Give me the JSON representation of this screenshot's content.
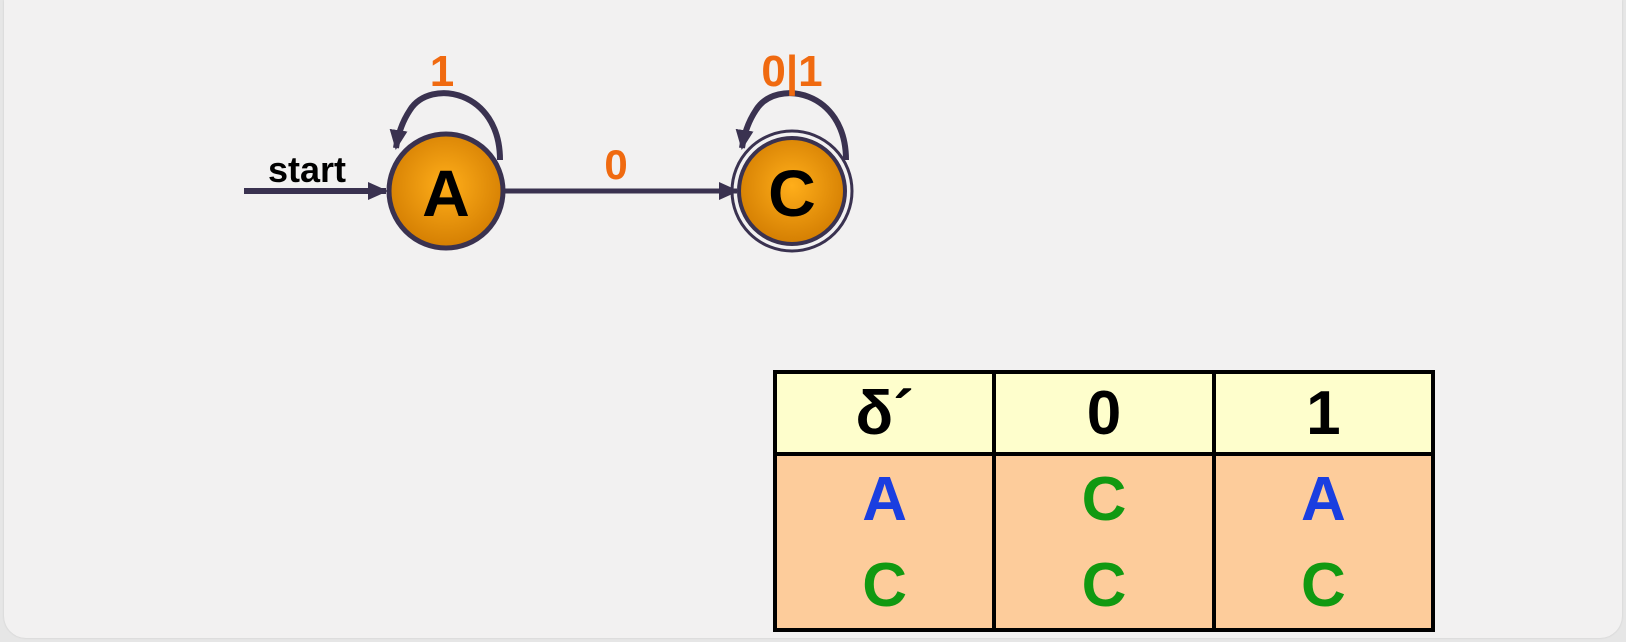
{
  "colors": {
    "state_fill": "#e68a00",
    "state_stroke": "#3a3250",
    "edge": "#3a3250",
    "edge_label": "#f06a10",
    "header_bg": "#fefecc",
    "body_bg": "#fdcc9b",
    "text_blue": "#1a3ee0",
    "text_green": "#119911"
  },
  "diagram": {
    "start_label": "start",
    "states": [
      {
        "id": "A",
        "label": "A",
        "accepting": false
      },
      {
        "id": "C",
        "label": "C",
        "accepting": true
      }
    ],
    "transitions": [
      {
        "from": "A",
        "to": "A",
        "label": "1"
      },
      {
        "from": "A",
        "to": "C",
        "label": "0"
      },
      {
        "from": "C",
        "to": "C",
        "label": "0|1"
      }
    ]
  },
  "table": {
    "headers": [
      "δ´",
      "0",
      "1"
    ],
    "rows": [
      [
        {
          "text": "A",
          "color": "blue"
        },
        {
          "text": "C",
          "color": "green"
        },
        {
          "text": "A",
          "color": "blue"
        }
      ],
      [
        {
          "text": "C",
          "color": "green"
        },
        {
          "text": "C",
          "color": "green"
        },
        {
          "text": "C",
          "color": "green"
        }
      ]
    ]
  }
}
